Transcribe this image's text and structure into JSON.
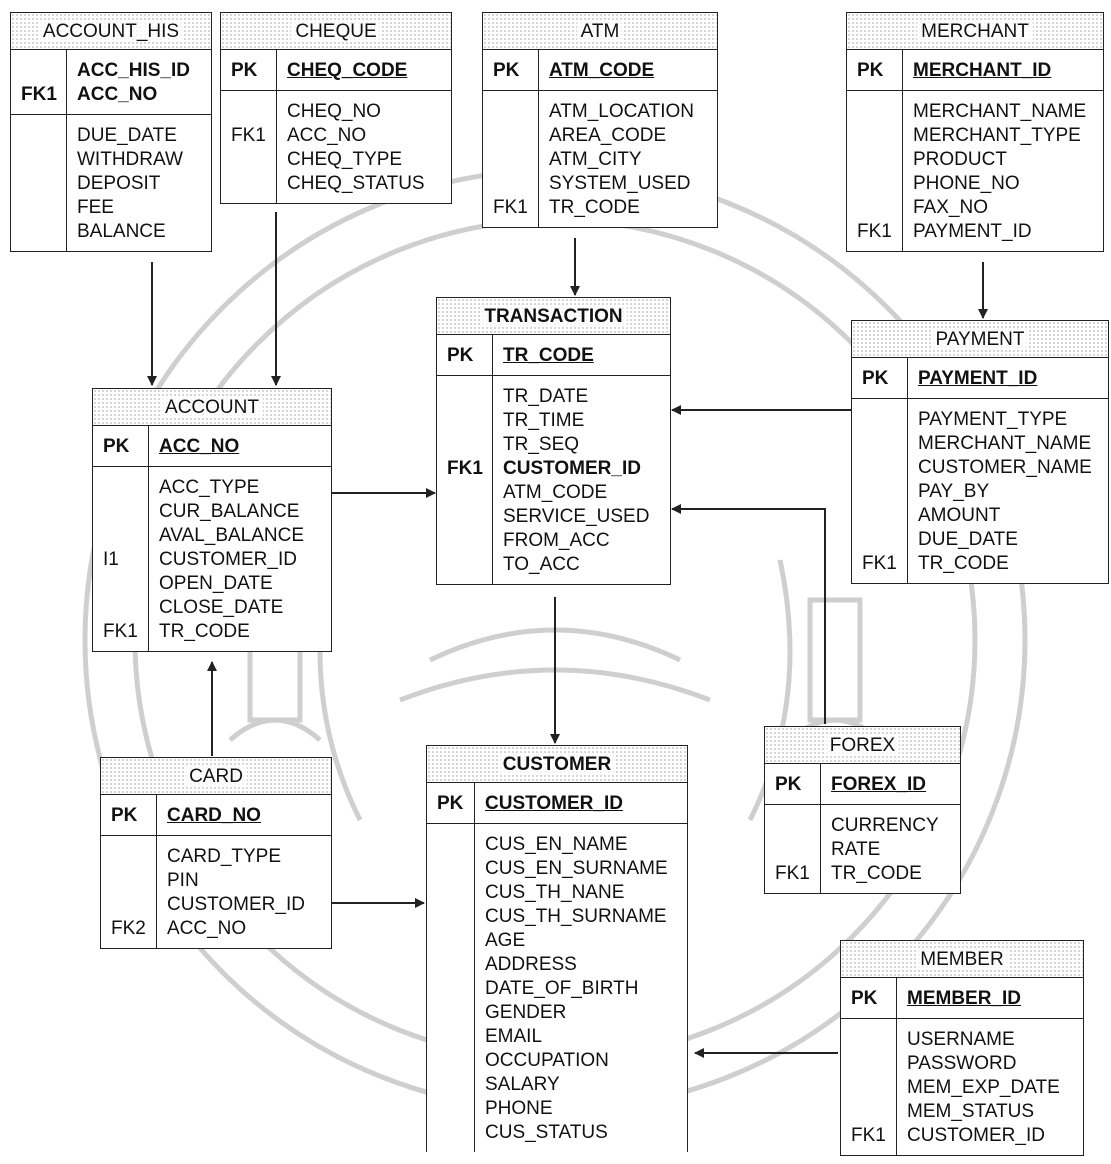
{
  "entities": {
    "account_his": {
      "name": "ACCOUNT_HIS",
      "key_section": {
        "keys": [
          "",
          "FK1"
        ],
        "cols": [
          "ACC_HIS_ID",
          "ACC_NO"
        ]
      },
      "attr_section": {
        "keys": [
          "",
          "",
          "",
          "",
          ""
        ],
        "cols": [
          "DUE_DATE",
          "WITHDRAW",
          "DEPOSIT",
          "FEE",
          "BALANCE"
        ]
      }
    },
    "cheque": {
      "name": "CHEQUE",
      "key_section": {
        "keys": [
          "PK"
        ],
        "cols": [
          "CHEQ_CODE"
        ]
      },
      "attr_section": {
        "keys": [
          "",
          "FK1",
          "",
          ""
        ],
        "cols": [
          "CHEQ_NO",
          "ACC_NO",
          "CHEQ_TYPE",
          "CHEQ_STATUS"
        ]
      }
    },
    "atm": {
      "name": "ATM",
      "key_section": {
        "keys": [
          "PK"
        ],
        "cols": [
          "ATM_CODE"
        ]
      },
      "attr_section": {
        "keys": [
          "",
          "",
          "",
          "",
          "FK1"
        ],
        "cols": [
          "ATM_LOCATION",
          "AREA_CODE",
          "ATM_CITY",
          "SYSTEM_USED",
          "TR_CODE"
        ]
      }
    },
    "merchant": {
      "name": "MERCHANT",
      "key_section": {
        "keys": [
          "PK"
        ],
        "cols": [
          "MERCHANT_ID"
        ]
      },
      "attr_section": {
        "keys": [
          "",
          "",
          "",
          "",
          "",
          "FK1"
        ],
        "cols": [
          "MERCHANT_NAME",
          "MERCHANT_TYPE",
          "PRODUCT",
          "PHONE_NO",
          "FAX_NO",
          "PAYMENT_ID"
        ]
      }
    },
    "transaction": {
      "name": "TRANSACTION",
      "key_section": {
        "keys": [
          "PK"
        ],
        "cols": [
          "TR_CODE"
        ]
      },
      "attr_section": {
        "keys": [
          "",
          "",
          "",
          "FK1",
          "",
          "",
          "",
          ""
        ],
        "cols": [
          "TR_DATE",
          "TR_TIME",
          "TR_SEQ",
          "CUSTOMER_ID",
          "ATM_CODE",
          "SERVICE_USED",
          "FROM_ACC",
          "TO_ACC"
        ]
      }
    },
    "payment": {
      "name": "PAYMENT",
      "key_section": {
        "keys": [
          "PK"
        ],
        "cols": [
          "PAYMENT_ID"
        ]
      },
      "attr_section": {
        "keys": [
          "",
          "",
          "",
          "",
          "",
          "",
          "FK1"
        ],
        "cols": [
          "PAYMENT_TYPE",
          "MERCHANT_NAME",
          "CUSTOMER_NAME",
          "PAY_BY",
          "AMOUNT",
          "DUE_DATE",
          "TR_CODE"
        ]
      }
    },
    "account": {
      "name": "ACCOUNT",
      "key_section": {
        "keys": [
          "PK"
        ],
        "cols": [
          "ACC_NO"
        ]
      },
      "attr_section": {
        "keys": [
          "",
          "",
          "",
          "I1",
          "",
          "",
          "FK1"
        ],
        "cols": [
          "ACC_TYPE",
          "CUR_BALANCE",
          "AVAL_BALANCE",
          "CUSTOMER_ID",
          "OPEN_DATE",
          "CLOSE_DATE",
          "TR_CODE"
        ]
      }
    },
    "card": {
      "name": "CARD",
      "key_section": {
        "keys": [
          "PK"
        ],
        "cols": [
          "CARD_NO"
        ]
      },
      "attr_section": {
        "keys": [
          "",
          "",
          "",
          "FK2"
        ],
        "cols": [
          "CARD_TYPE",
          "PIN",
          "CUSTOMER_ID",
          "ACC_NO"
        ]
      }
    },
    "customer": {
      "name": "CUSTOMER",
      "key_section": {
        "keys": [
          "PK"
        ],
        "cols": [
          "CUSTOMER_ID"
        ]
      },
      "attr_section": {
        "keys": [
          "",
          "",
          "",
          "",
          "",
          "",
          "",
          "",
          "",
          "",
          "",
          "",
          ""
        ],
        "cols": [
          "CUS_EN_NAME",
          "CUS_EN_SURNAME",
          "CUS_TH_NANE",
          "CUS_TH_SURNAME",
          "AGE",
          "ADDRESS",
          "DATE_OF_BIRTH",
          "GENDER",
          "EMAIL",
          "OCCUPATION",
          "SALARY",
          "PHONE",
          "CUS_STATUS"
        ]
      }
    },
    "forex": {
      "name": "FOREX",
      "key_section": {
        "keys": [
          "PK"
        ],
        "cols": [
          "FOREX_ID"
        ]
      },
      "attr_section": {
        "keys": [
          "",
          "",
          "FK1"
        ],
        "cols": [
          "CURRENCY",
          "RATE",
          "TR_CODE"
        ]
      }
    },
    "member": {
      "name": "MEMBER",
      "key_section": {
        "keys": [
          "PK"
        ],
        "cols": [
          "MEMBER_ID"
        ]
      },
      "attr_section": {
        "keys": [
          "",
          "",
          "",
          "",
          "FK1"
        ],
        "cols": [
          "USERNAME",
          "PASSWORD",
          "MEM_EXP_DATE",
          "MEM_STATUS",
          "CUSTOMER_ID"
        ]
      }
    }
  },
  "colors": {
    "line": "#222222",
    "watermark": "#cfcfcf"
  }
}
